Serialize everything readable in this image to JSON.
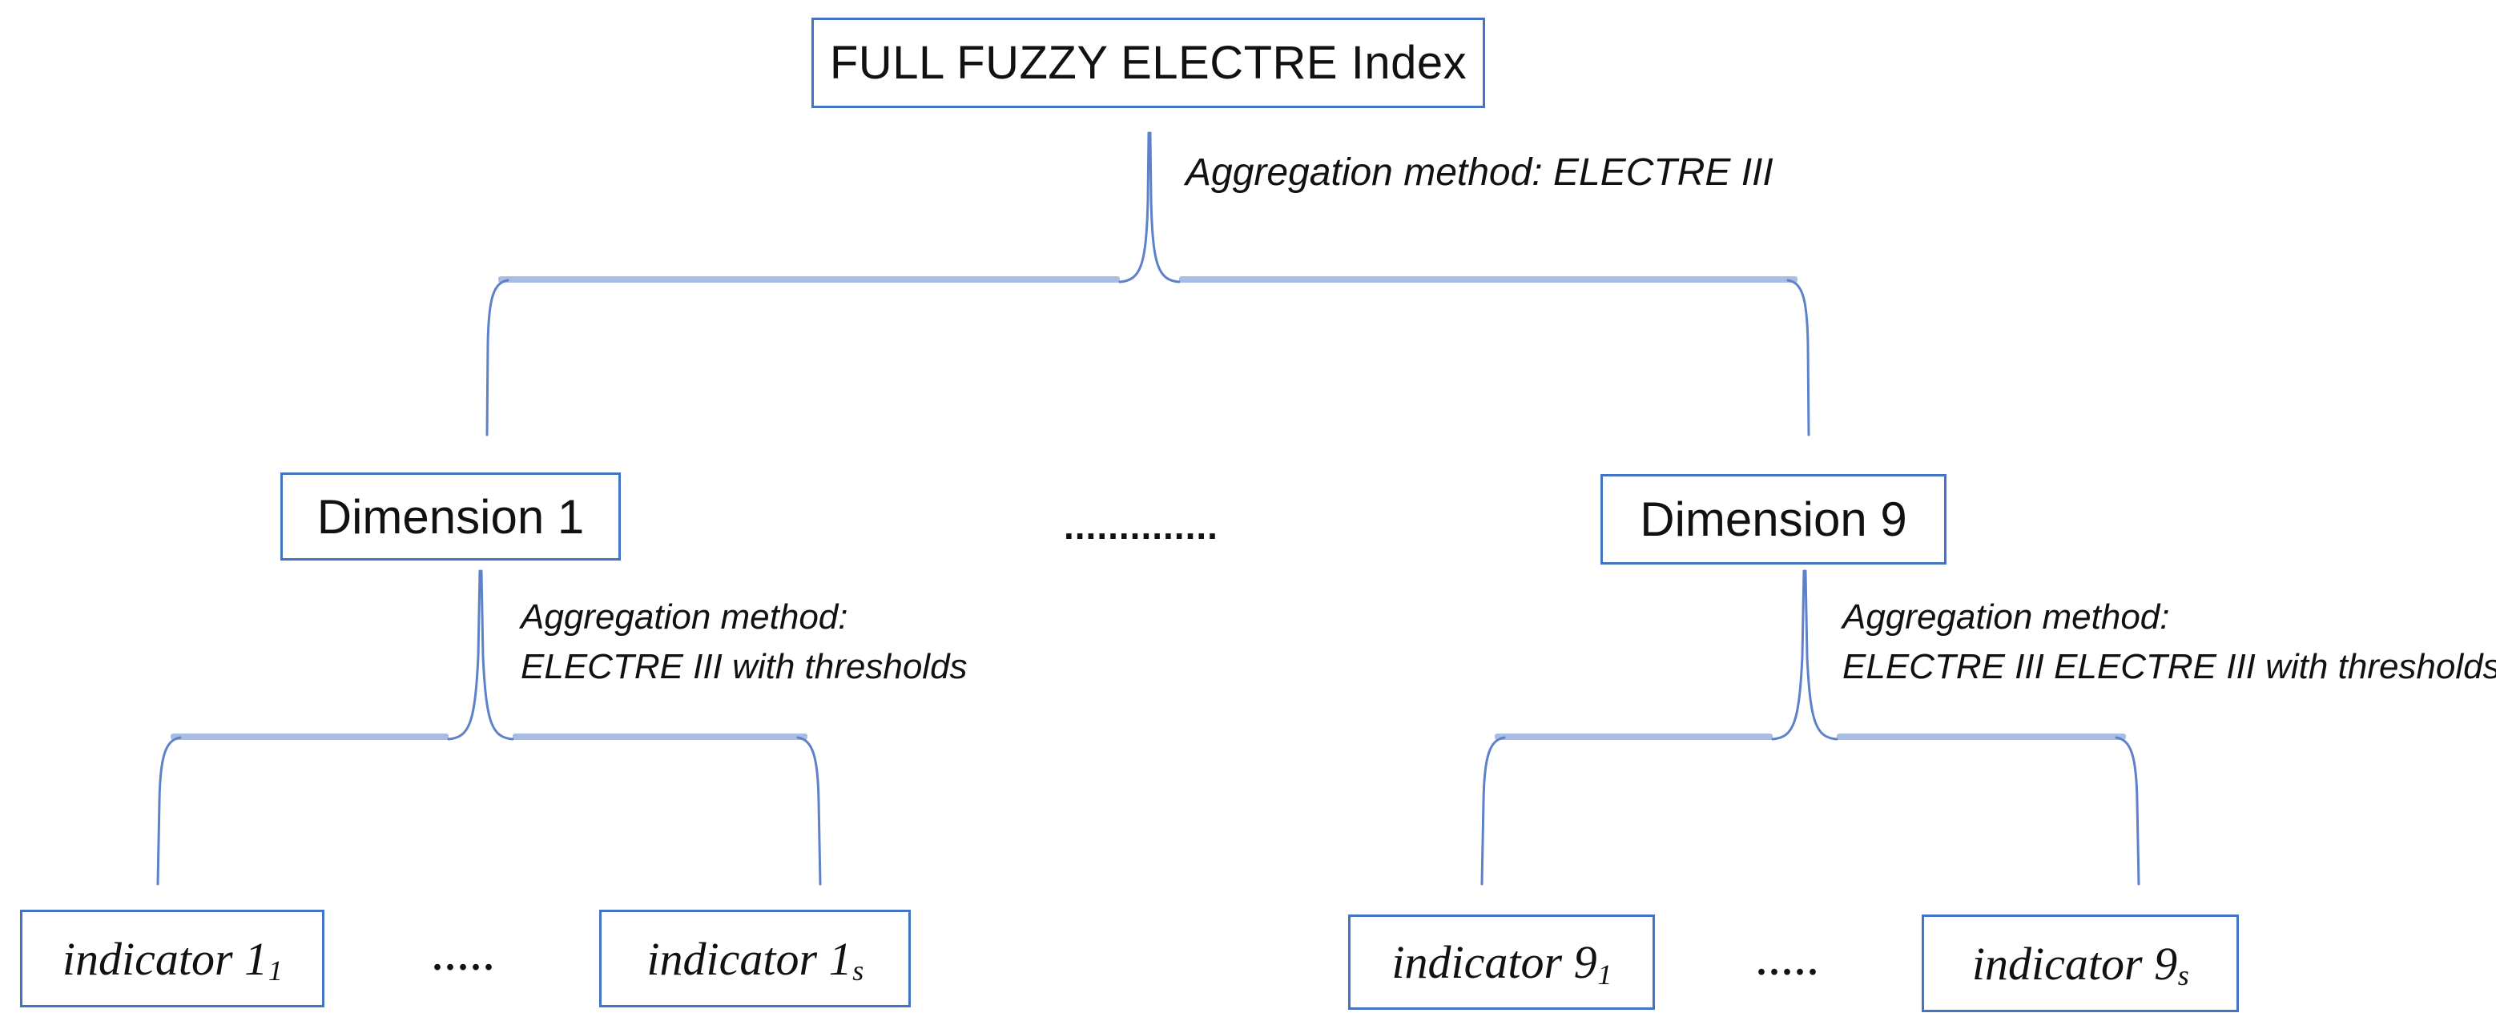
{
  "colors": {
    "box_border": "#4472C4",
    "brace_line": "#5d82c9",
    "brace_bar": "#a8bce4",
    "text": "#111111"
  },
  "root_box": {
    "label": "FULL FUZZY ELECTRE Index"
  },
  "root_aggregation_note": "Aggregation method: ELECTRE III",
  "dimension_separator_dots": "..............",
  "left_branch": {
    "dimension_label": "Dimension 1",
    "aggregation_note_line1": "Aggregation method:",
    "aggregation_note_line2": "ELECTRE III with thresholds",
    "indicator_first": {
      "base": "indicator 1",
      "sub": "1"
    },
    "indicator_dots": ".....",
    "indicator_last": {
      "base": "indicator 1",
      "sub": "s"
    }
  },
  "right_branch": {
    "dimension_label": "Dimension 9",
    "aggregation_note_line1": "Aggregation method:",
    "aggregation_note_line2": "ELECTRE III ELECTRE III with thresholds",
    "indicator_first": {
      "base": "indicator 9",
      "sub": "1"
    },
    "indicator_dots": ".....",
    "indicator_last": {
      "base": "indicator 9",
      "sub": "s"
    }
  }
}
